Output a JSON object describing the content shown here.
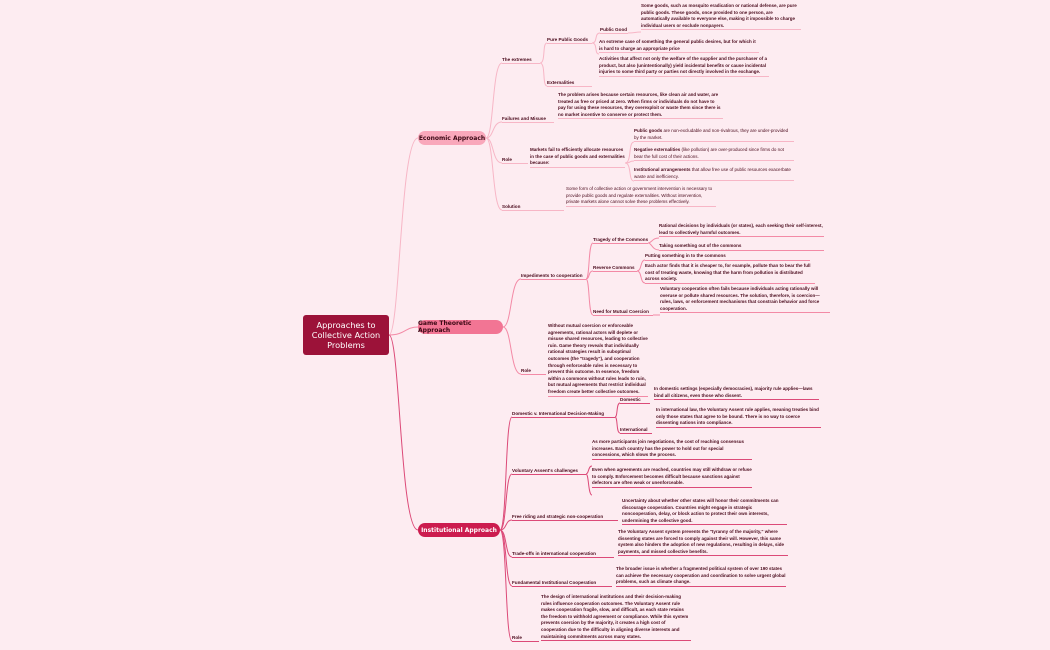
{
  "central": "Approaches to Collective Action Problems",
  "colors": {
    "background": "#fdecf1",
    "central": "#9c1239",
    "economic": "#f9a8bb",
    "game_theoretic": "#f27594",
    "institutional": "#cc1c4f"
  },
  "economic": {
    "title": "Economic Approach",
    "extremes": {
      "label": "The extremes",
      "pure_public_goods": {
        "label": "Pure Public Goods",
        "public_good": {
          "label": "Public Good",
          "text": "Some goods, such as mosquito eradication or national defense, are pure public goods. These goods, once provided to one person, are automatically available to everyone else, making it impossible to charge individual users or exclude nonpayers."
        },
        "extreme_case": "An extreme case of something the general public desires, but for which it is hard to charge an appropriate price"
      },
      "externalities": {
        "label": "Externalities",
        "text": "Activities that affect not only the welfare of the supplier and the purchaser of a product, but also (unintentionally) yield incidental benefits or cause incidental injuries to some third party or parties not directly involved in the exchange."
      }
    },
    "failures": {
      "label": "Failures and Misuse",
      "text": "The problem arises because certain resources, like clean air and water, are treated as free or priced at zero. When firms or individuals do not have to pay for using these resources, they overexploit or waste them since there is no market incentive to conserve or protect them."
    },
    "role": {
      "label": "Role",
      "text": "Markets fail to efficiently allocate resources in the case of public goods and externalities because:",
      "items": [
        {
          "bold": "Public goods",
          "rest": " are non-excludable and non-rivalrous, they are under-provided by the market."
        },
        {
          "bold": "Negative externalities",
          "rest": " (like pollution) are over-produced since firms do not bear the full cost of their actions."
        },
        {
          "bold": "Institutional arrangements",
          "rest": " that allow free use of public resources exacerbate waste and inefficiency."
        }
      ]
    },
    "solution": {
      "label": "Solution",
      "text": "Some form of collective action or government intervention is necessary to provide public goods and regulate externalities. Without intervention, private markets alone cannot solve these problems effectively."
    }
  },
  "game": {
    "title": "Game Theoretic Approach",
    "impediments": {
      "label": "Impediments to cooperation",
      "tragedy": {
        "label": "Tragedy of the Commons",
        "texts": [
          "Rational decisions by individuals (or states), each seeking their self-interest, lead to collectively harmful outcomes.",
          "Taking something out of the commons"
        ]
      },
      "reverse": {
        "label": "Reverse Commons",
        "texts": [
          "Putting something in to the commons",
          "Each actor finds that it is cheaper to, for example, pollute than to bear the full cost of treating waste, knowing that the harm from pollution is distributed across society."
        ]
      },
      "coercion": {
        "label": "Need for Mutual Coercion",
        "text": "Voluntary cooperation often fails because individuals acting rationally will overuse or pollute shared resources. The solution, therefore, is coercion—rules, laws, or enforcement mechanisms that constrain behavior and force cooperation."
      }
    },
    "role": {
      "label": "Role",
      "text": "Without mutual coercion or enforceable agreements, rational actors will deplete or misuse shared resources, leading to collective ruin. Game theory reveals that individually rational strategies result in suboptimal outcomes (the \"tragedy\"), and cooperation through enforceable rules is necessary to prevent this outcome. In essence, freedom within a commons without rules leads to ruin, but mutual agreements that restrict individual freedom create better collective outcomes."
    }
  },
  "institutional": {
    "title": "Institutional Approach",
    "domestic_v_intl": {
      "label": "Domestic v. International Decision-Making",
      "domestic": {
        "label": "Domestic",
        "text": "In domestic settings (especially democracies), majority rule applies—laws bind all citizens, even those who dissent."
      },
      "international": {
        "label": "International",
        "text": "In international law, the Voluntary Assent rule applies, meaning treaties bind only those states that agree to be bound. There is no way to coerce dissenting nations into compliance."
      }
    },
    "voluntary": {
      "label": "Voluntary Assent's challenges",
      "texts": [
        "As more participants join negotiations, the cost of reaching consensus increases. Each country has the power to hold out for special concessions, which slows the process.",
        "Even when agreements are reached, countries may still withdraw or refuse to comply. Enforcement becomes difficult because sanctions against defectors are often weak or unenforceable."
      ]
    },
    "free_riding": {
      "label": "Free riding and strategic non-cooperation",
      "text": "Uncertainty about whether other states will honor their commitments can discourage cooperation. Countries might engage in strategic noncooperation, delay, or block action to protect their own interests, undermining the collective good."
    },
    "tradeoffs": {
      "label": "Trade-offs in international cooperation",
      "text": "The Voluntary Assent system prevents the \"tyranny of the majority,\" where dissenting states are forced to comply against their will. However, this same system also hinders the adoption of new regulations, resulting in delays, side payments, and missed collective benefits."
    },
    "fundamental": {
      "label": "Fundamental Institutional Cooperation",
      "text": "The broader issue is whether a fragmented political system of over 190 states can achieve the necessary cooperation and coordination to solve urgent global problems, such as climate change."
    },
    "role": {
      "label": "Role",
      "text": "The design of international institutions and their decision-making rules influence cooperation outcomes. The Voluntary Assent rule makes cooperation fragile, slow, and difficult, as each state retains the freedom to withhold agreement or compliance. While this system prevents coercion by the majority, it creates a high cost of cooperation due to the difficulty in aligning diverse interests and maintaining commitments across many states."
    }
  }
}
